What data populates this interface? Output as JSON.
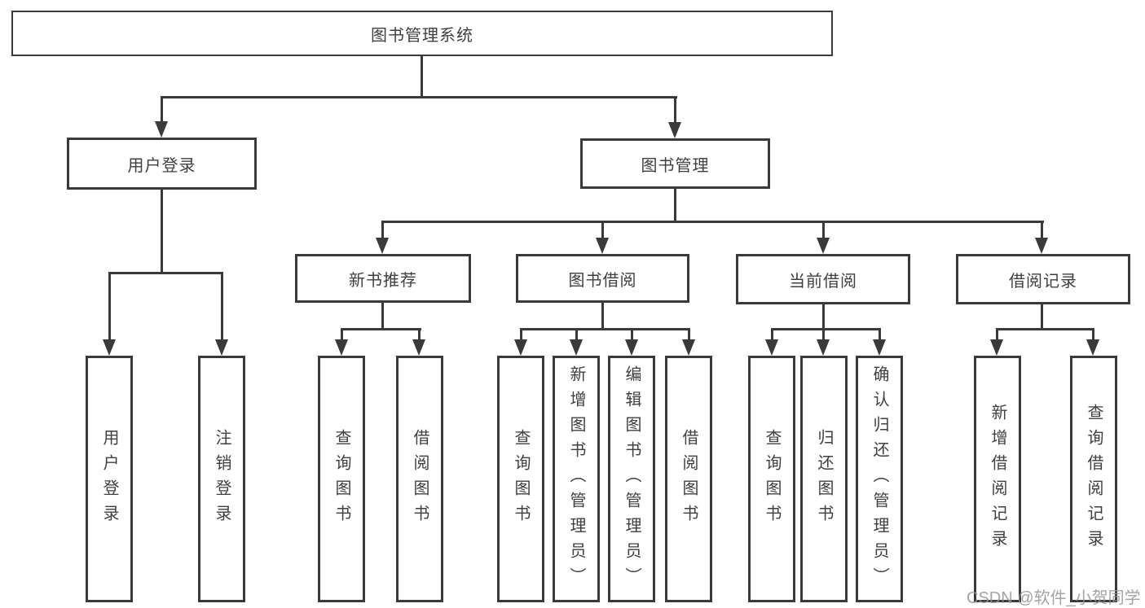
{
  "diagram": {
    "root": {
      "label": "图书管理系统"
    },
    "user_login": {
      "label": "用户登录",
      "children": [
        {
          "label": "用户登录"
        },
        {
          "label": "注销登录"
        }
      ]
    },
    "book_management": {
      "label": "图书管理",
      "children": [
        {
          "label": "新书推荐",
          "children": [
            {
              "label": "查询图书"
            },
            {
              "label": "借阅图书"
            }
          ]
        },
        {
          "label": "图书借阅",
          "children": [
            {
              "label": "查询图书"
            },
            {
              "label": "新增图书（管理员）"
            },
            {
              "label": "编辑图书（管理员）"
            },
            {
              "label": "借阅图书"
            }
          ]
        },
        {
          "label": "当前借阅",
          "children": [
            {
              "label": "查询图书"
            },
            {
              "label": "归还图书"
            },
            {
              "label": "确认归还（管理员）"
            }
          ]
        },
        {
          "label": "借阅记录",
          "children": [
            {
              "label": "新增借阅记录"
            },
            {
              "label": "查询借阅记录"
            }
          ]
        }
      ]
    }
  },
  "watermark": {
    "text": "CSDN @软件_小贺同学"
  },
  "colors": {
    "line": "#3a3a3a",
    "text": "#3f3f3f",
    "watermark": "#949494",
    "background": "#ffffff"
  }
}
